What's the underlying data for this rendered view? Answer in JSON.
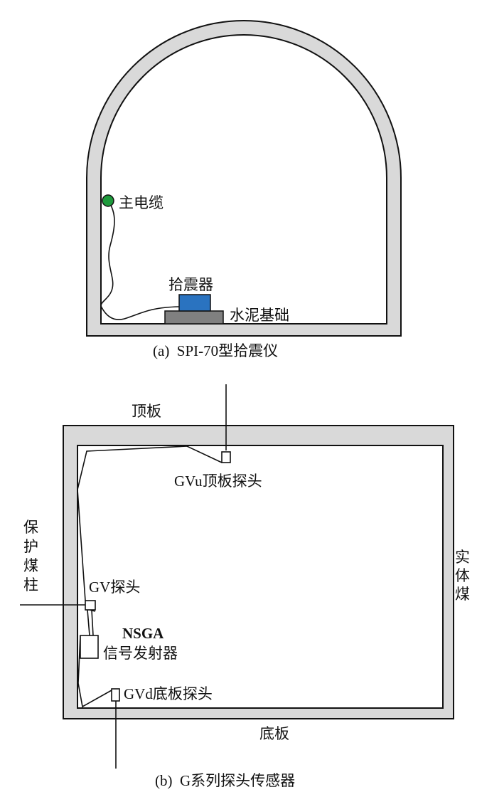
{
  "figure_a": {
    "labels": {
      "cable": "主电缆",
      "seismometer": "拾震器",
      "foundation": "水泥基础"
    },
    "caption": "(a)  SPI-70型拾震仪",
    "colors": {
      "wall": "#d9d9d9",
      "cable_dot": "#1e9a3c",
      "seismometer": "#2a73c0",
      "foundation": "#808080"
    }
  },
  "figure_b": {
    "labels": {
      "roof": "顶板",
      "roof_probe": "GVu顶板探头",
      "pillar": [
        "保",
        "护",
        "煤",
        "柱"
      ],
      "solid_coal": [
        "实",
        "体",
        "煤"
      ],
      "gv_probe": "GV探头",
      "nsga": "NSGA",
      "transmitter": "信号发射器",
      "floor_probe": "GVd底板探头",
      "floor": "底板"
    },
    "caption": "(b)  G系列探头传感器"
  }
}
